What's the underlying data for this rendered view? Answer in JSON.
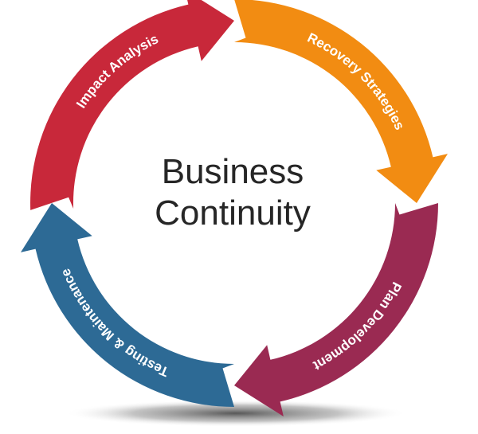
{
  "title": {
    "line1": "Business",
    "line2": "Continuity"
  },
  "cycle": [
    {
      "label": "Impact Analysis",
      "color": "#c8283a"
    },
    {
      "label": "Recovery Strategies",
      "color": "#f28c12"
    },
    {
      "label": "Plan Development",
      "color": "#9a2a52"
    },
    {
      "label": "Testing & Maintenance",
      "color": "#2d6a95"
    }
  ],
  "colors": {
    "title_text": "#262626",
    "label_text": "#ffffff",
    "shadow": "#555555"
  }
}
